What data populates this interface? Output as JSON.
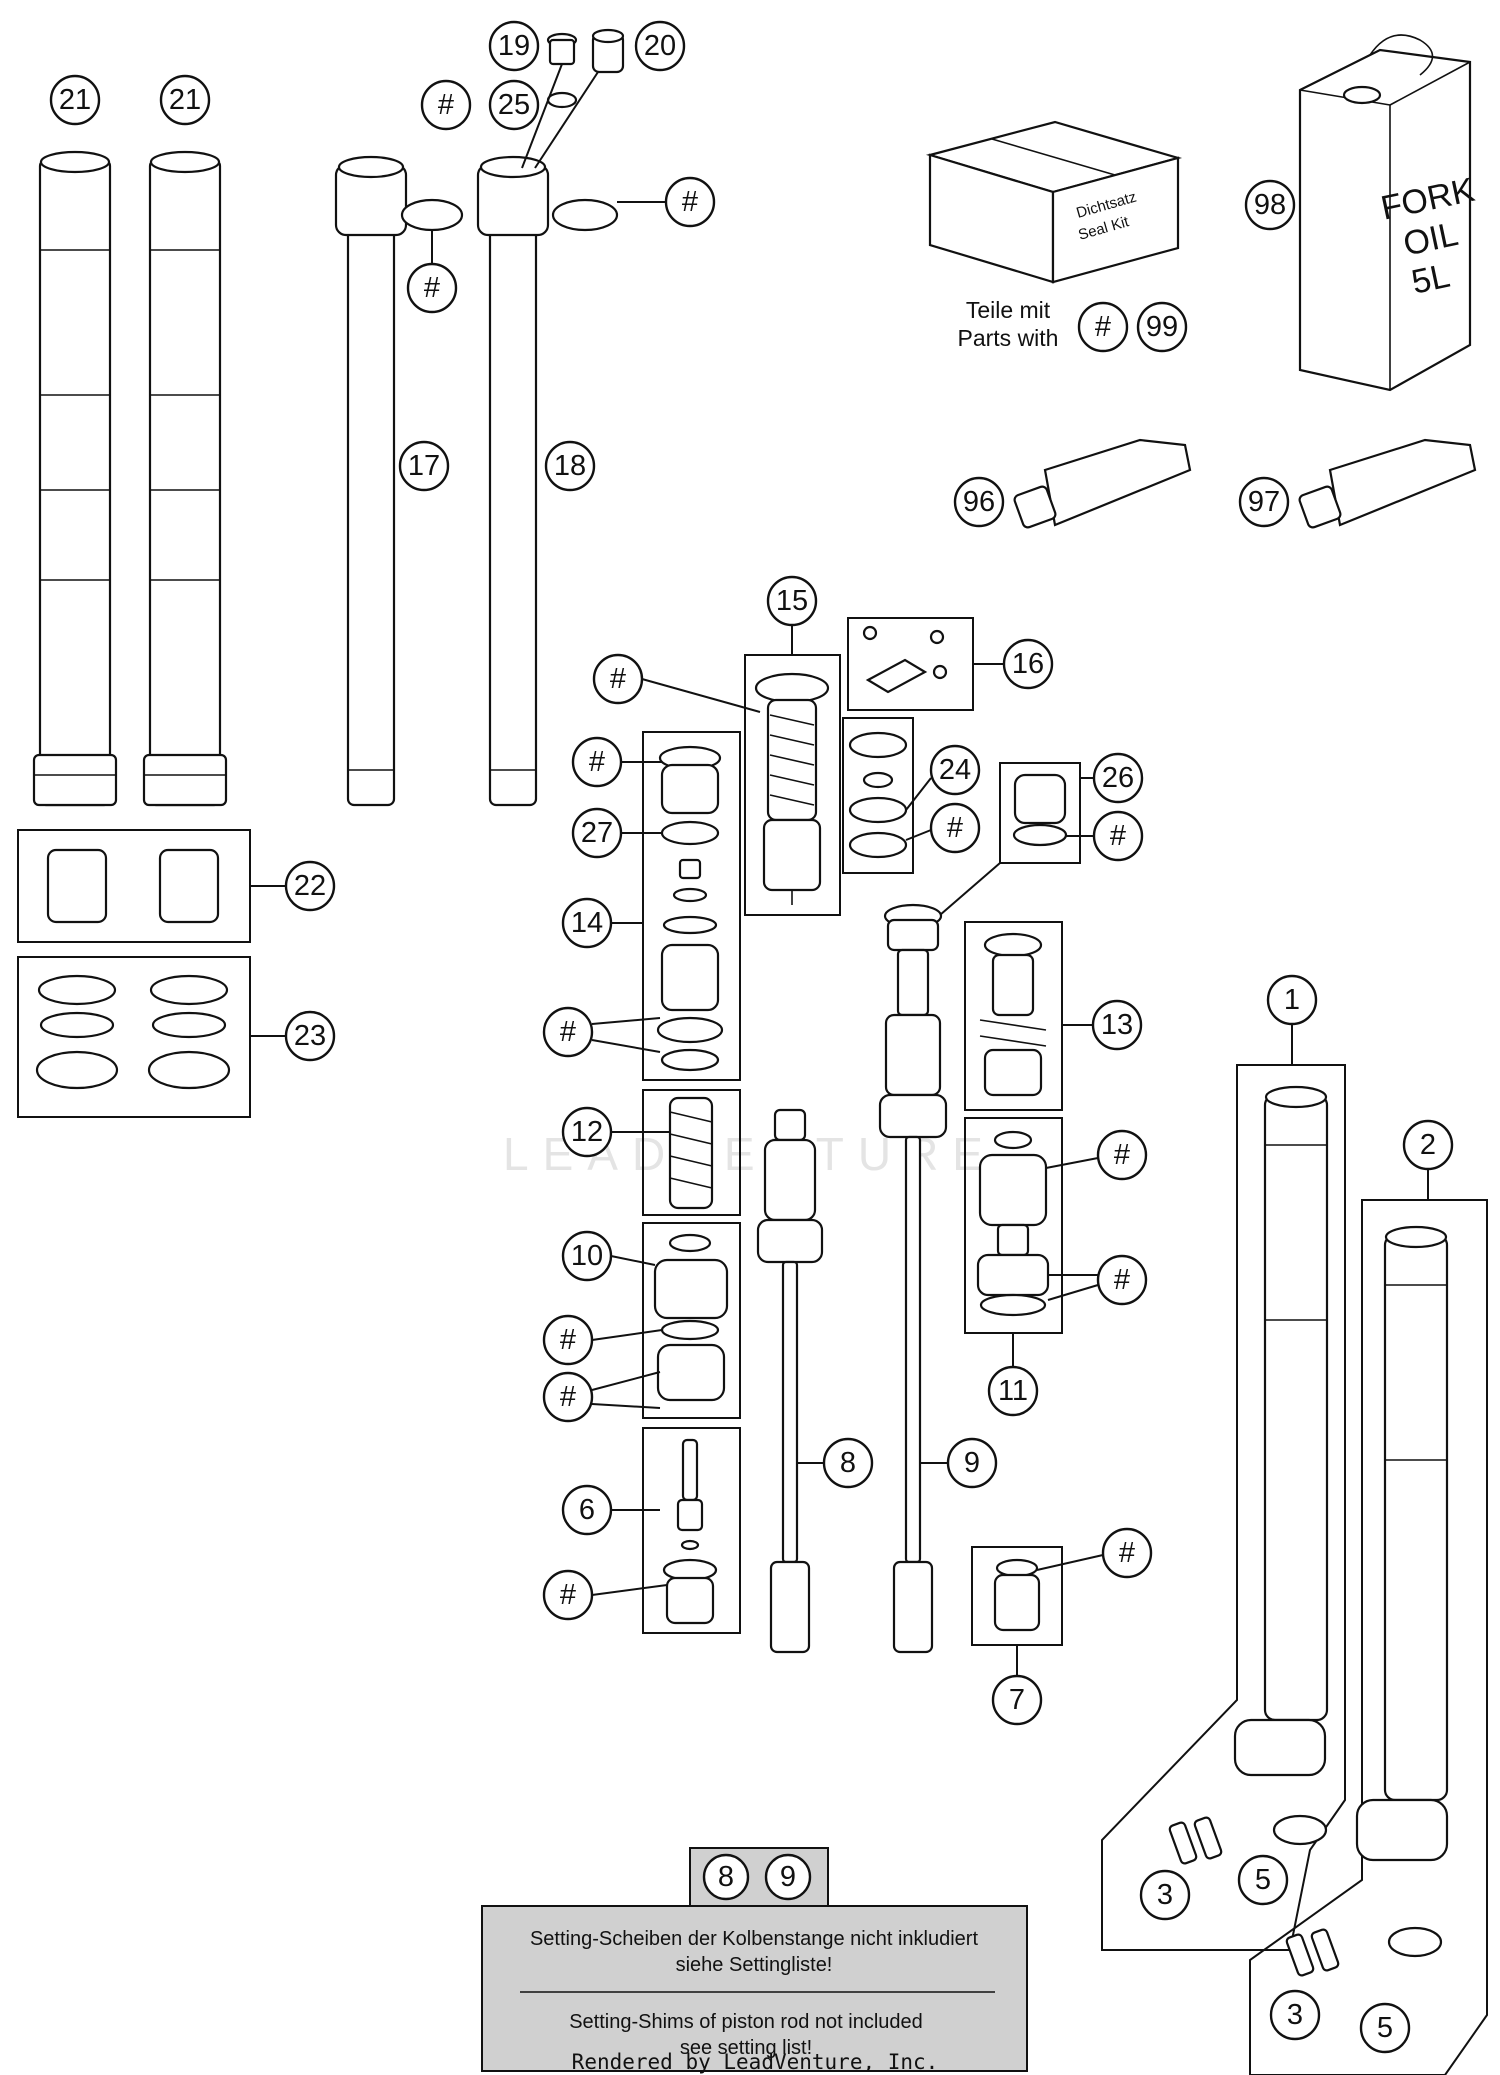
{
  "callouts": {
    "c19": "19",
    "c20": "20",
    "c25": "25",
    "hash": "#",
    "c21": "21",
    "c17": "17",
    "c18": "18",
    "c98": "98",
    "c99": "99",
    "c96": "96",
    "c97": "97",
    "c15": "15",
    "c16": "16",
    "c24": "24",
    "c26": "26",
    "c27": "27",
    "c14": "14",
    "c22": "22",
    "c23": "23",
    "c12": "12",
    "c13": "13",
    "c10": "10",
    "c11": "11",
    "c6": "6",
    "c7": "7",
    "c8": "8",
    "c9": "9",
    "c1": "1",
    "c2": "2",
    "c3": "3",
    "c5": "5"
  },
  "seal_kit": {
    "line1": "Dichtsatz",
    "line2": "Seal Kit"
  },
  "parts_with": {
    "line1": "Teile mit",
    "line2": "Parts with"
  },
  "fork_oil": {
    "line1": "FORK",
    "line2": "OIL",
    "line3": "5L"
  },
  "note": {
    "de_line1": "Setting-Scheiben der Kolbenstange nicht inkludiert",
    "de_line2": "siehe Settingliste!",
    "en_line1": "Setting-Shims of piston rod not included",
    "en_line2": "see setting list!"
  },
  "watermark": "LEADVENTURE",
  "footer": "Rendered by LeadVenture, Inc."
}
